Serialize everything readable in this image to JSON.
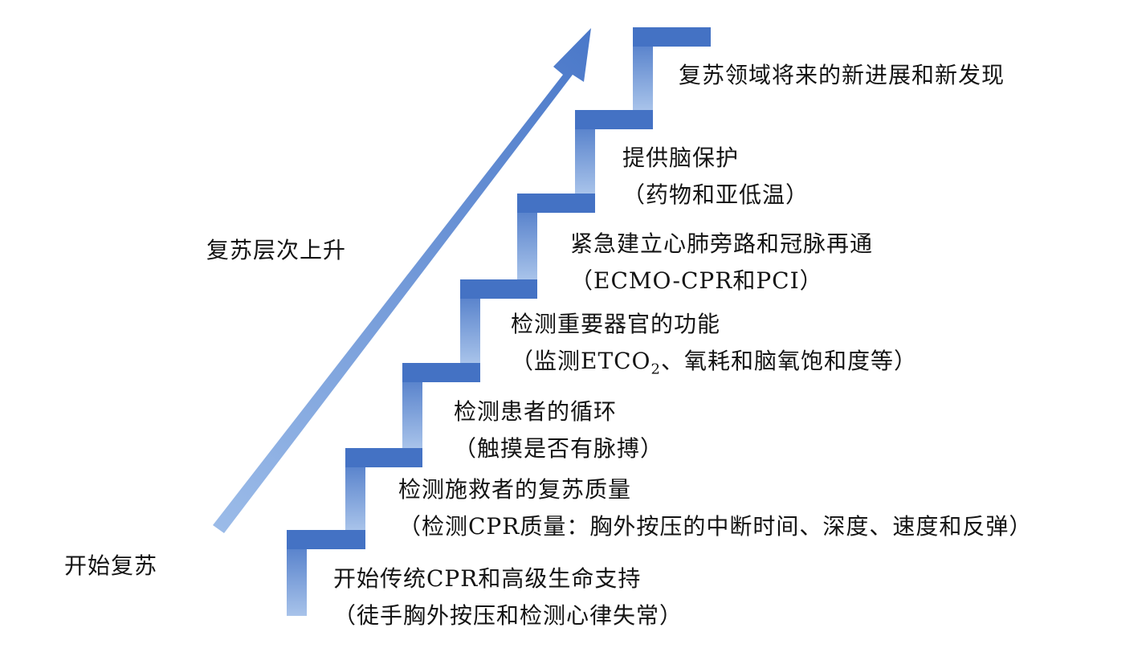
{
  "labels": {
    "start": "开始复苏",
    "rise": "复苏层次上升"
  },
  "steps": [
    {
      "title": "开始传统CPR和高级生命支持",
      "detail": "（徒手胸外按压和检测心律失常）"
    },
    {
      "title": "检测施救者的复苏质量",
      "detail": "（检测CPR质量：胸外按压的中断时间、深度、速度和反弹）"
    },
    {
      "title": "检测患者的循环",
      "detail": "（触摸是否有脉搏）"
    },
    {
      "title": "检测重要器官的功能",
      "detail_pre": "（监测ETCO",
      "detail_sub": "2",
      "detail_post": "、氧耗和脑氧饱和度等）"
    },
    {
      "title": "紧急建立心肺旁路和冠脉再通",
      "detail": "（ECMO-CPR和PCI）"
    },
    {
      "title": "提供脑保护",
      "detail": "（药物和亚低温）"
    },
    {
      "title": "复苏领域将来的新进展和新发现"
    }
  ],
  "colors": {
    "stair_dark": "#4472c4",
    "stair_light": "#a8c3ea",
    "arrow_dark": "#4a78c9",
    "arrow_light": "#9bbbe8",
    "text": "#141414"
  }
}
